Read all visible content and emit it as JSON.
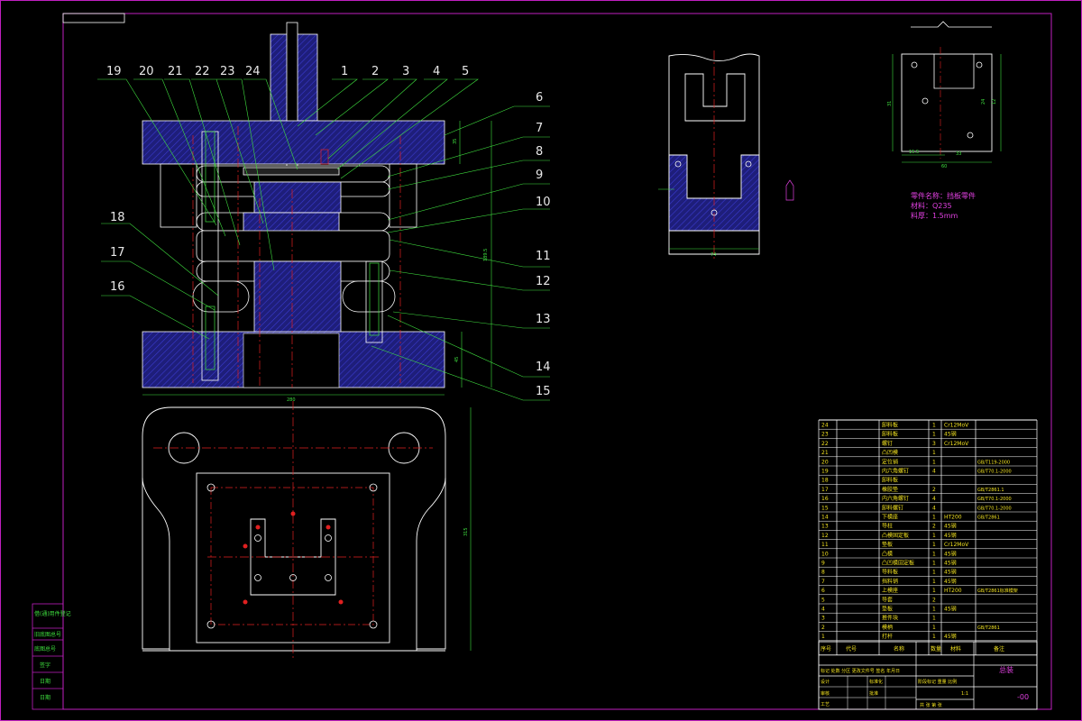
{
  "colors": {
    "background": "#000000",
    "border": "#c020c0",
    "outline": "#ffffff",
    "hatch": "#2a2aa8",
    "centerline": "#e02020",
    "leader": "#3fe03f",
    "label": "#e8e8e8",
    "title_text": "#f0e020",
    "magenta_text": "#e040e0"
  },
  "part_labels": {
    "top_row": [
      "19",
      "20",
      "21",
      "22",
      "23",
      "24",
      "1",
      "2",
      "3",
      "4",
      "5"
    ],
    "right_side": [
      "6",
      "7",
      "8",
      "9",
      "10",
      "11",
      "12",
      "13",
      "14",
      "15"
    ],
    "left_side": [
      "18",
      "17",
      "16"
    ]
  },
  "dimensions": {
    "overall_height": "189.5",
    "top_plate": "35",
    "bottom_plate": "45",
    "base_width": "280",
    "plan_height": "315",
    "side_view_width": "74",
    "part_total": "60",
    "part_height": "31",
    "part_inner": "24",
    "part_side": "12",
    "part_left": "15.5",
    "part_mid": "33"
  },
  "part_notes": [
    "零件名称：挡板零件",
    "材料：Q235",
    "料厚：1.5mm"
  ],
  "side_margin": [
    "借(通)用件登记",
    "旧底图总号",
    "底图总号",
    "签字",
    "日期",
    "日期"
  ],
  "bom": {
    "header": [
      "序号",
      "代号",
      "名称",
      "数量",
      "材料",
      "备注"
    ],
    "rows": [
      [
        "24",
        "",
        "卸料板",
        "1",
        "Cr12MoV",
        ""
      ],
      [
        "23",
        "",
        "卸料板",
        "1",
        "45钢",
        ""
      ],
      [
        "22",
        "",
        "螺钉",
        "3",
        "Cr12MoV",
        ""
      ],
      [
        "21",
        "",
        "凸凹模",
        "1",
        "",
        ""
      ],
      [
        "20",
        "",
        "定位销",
        "1",
        "",
        "GB/T119-2000"
      ],
      [
        "19",
        "",
        "内六角螺钉",
        "4",
        "",
        "GB/T70.1-2000"
      ],
      [
        "18",
        "",
        "卸料板",
        "",
        "",
        ""
      ],
      [
        "17",
        "",
        "橡胶垫",
        "2",
        "",
        "GB/T2861.1"
      ],
      [
        "16",
        "",
        "内六角螺钉",
        "4",
        "",
        "GB/T70.1-2000"
      ],
      [
        "15",
        "",
        "卸料螺钉",
        "4",
        "",
        "GB/T70.1-2000"
      ],
      [
        "14",
        "",
        "下模座",
        "1",
        "HT200",
        "GB/T2861"
      ],
      [
        "13",
        "",
        "导柱",
        "2",
        "45钢",
        ""
      ],
      [
        "12",
        "",
        "凸模固定板",
        "1",
        "45钢",
        ""
      ],
      [
        "11",
        "",
        "垫板",
        "1",
        "Cr12MoV",
        ""
      ],
      [
        "10",
        "",
        "凸模",
        "1",
        "45钢",
        ""
      ],
      [
        "9",
        "",
        "凸凹模固定板",
        "1",
        "45钢",
        ""
      ],
      [
        "8",
        "",
        "导料板",
        "1",
        "45钢",
        ""
      ],
      [
        "7",
        "",
        "挡料销",
        "1",
        "45钢",
        ""
      ],
      [
        "6",
        "",
        "上模座",
        "1",
        "HT200",
        "GB/T2861标准模架"
      ],
      [
        "5",
        "",
        "导套",
        "2",
        "",
        ""
      ],
      [
        "4",
        "",
        "垫板",
        "1",
        "45钢",
        ""
      ],
      [
        "3",
        "",
        "推件块",
        "1",
        "",
        ""
      ],
      [
        "2",
        "",
        "模柄",
        "1",
        "",
        "GB/T2861"
      ],
      [
        "1",
        "",
        "打杆",
        "1",
        "45钢",
        ""
      ]
    ]
  },
  "title_block": {
    "change_row": "标记 处数 分区 更改文件号 签名 年月日",
    "design": "设计",
    "check": "审核",
    "process": "工艺",
    "standard": "标准化",
    "approve": "批准",
    "stage_header": "阶段标记 重量 比例",
    "scale": "1:1",
    "drawing_name": "总装",
    "drawing_no": "-00",
    "sheet": "共 张 第 张"
  }
}
